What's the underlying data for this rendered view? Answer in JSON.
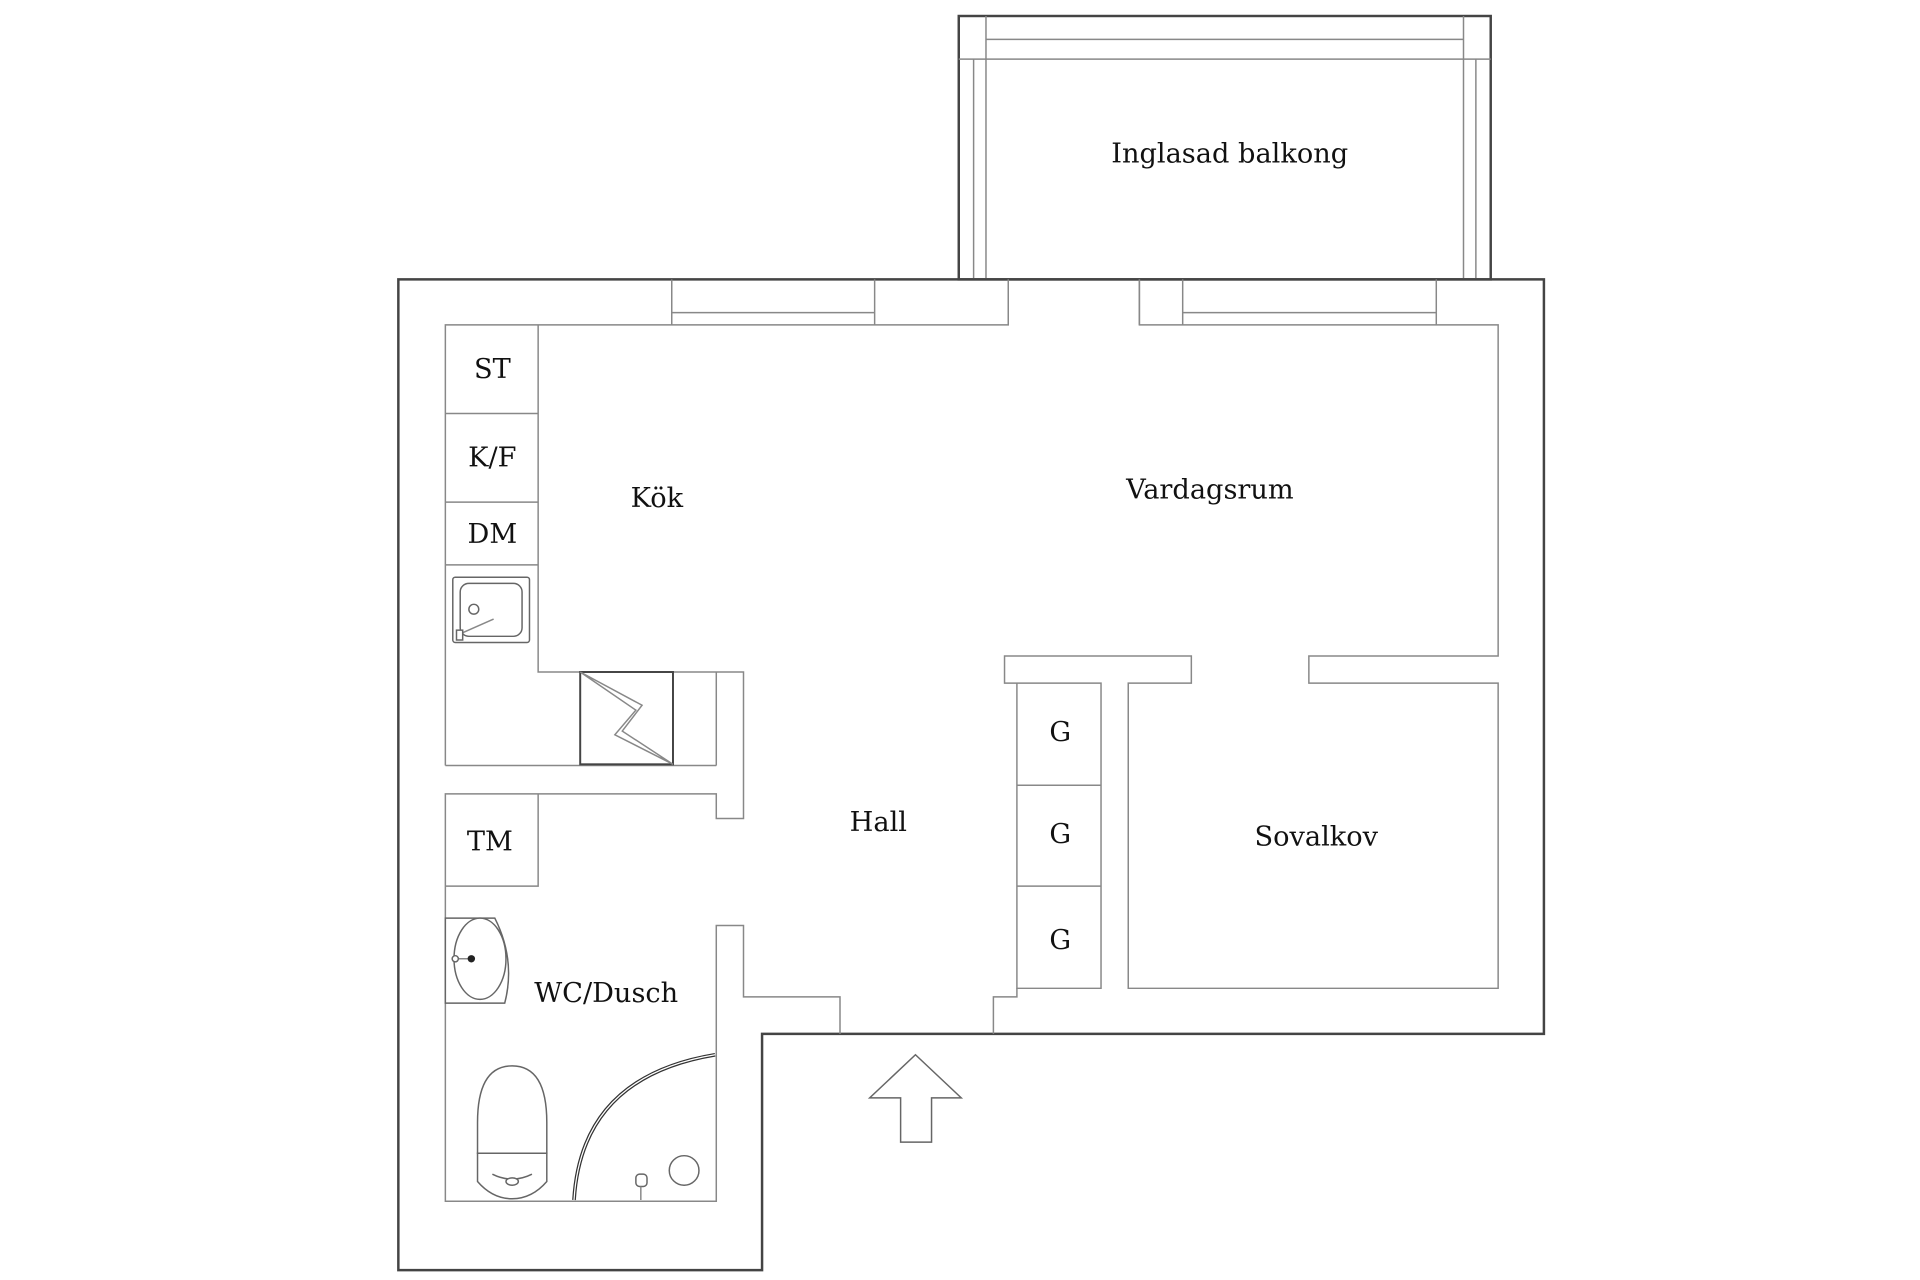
{
  "plan": {
    "rooms": {
      "balcony": "Inglasad balkong",
      "kitchen": "Kök",
      "living": "Vardagsrum",
      "hall": "Hall",
      "bedroom": "Sovalkov",
      "bathroom": "WC/Dusch"
    },
    "fixtures": {
      "st": "ST",
      "kf": "K/F",
      "dm": "DM",
      "tm": "TM",
      "closet_1": "G",
      "closet_2": "G",
      "closet_3": "G"
    },
    "icons": {
      "entrance": "entrance-arrow-icon",
      "sink": "kitchen-sink-icon",
      "stove": "chimney-icon",
      "washbasin": "washbasin-icon",
      "toilet": "toilet-icon",
      "shower": "shower-icon"
    },
    "colors": {
      "background": "#ffffff",
      "line": "#555555",
      "text": "#111111"
    }
  }
}
